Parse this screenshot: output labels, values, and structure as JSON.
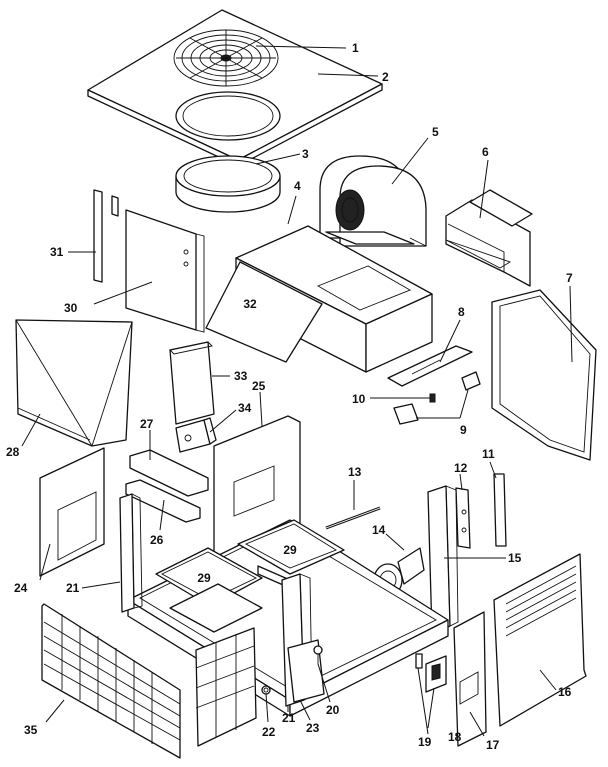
{
  "callouts": [
    "1",
    "2",
    "3",
    "4",
    "5",
    "6",
    "7",
    "8",
    "9",
    "10",
    "11",
    "12",
    "13",
    "14",
    "15",
    "16",
    "17",
    "18",
    "19",
    "20",
    "21",
    "21",
    "22",
    "23",
    "24",
    "25",
    "26",
    "27",
    "28",
    "29",
    "29",
    "30",
    "31",
    "32",
    "33",
    "34",
    "35"
  ],
  "colors": {
    "line": "#111111",
    "background": "#ffffff",
    "shade": "#e8e8e8"
  }
}
